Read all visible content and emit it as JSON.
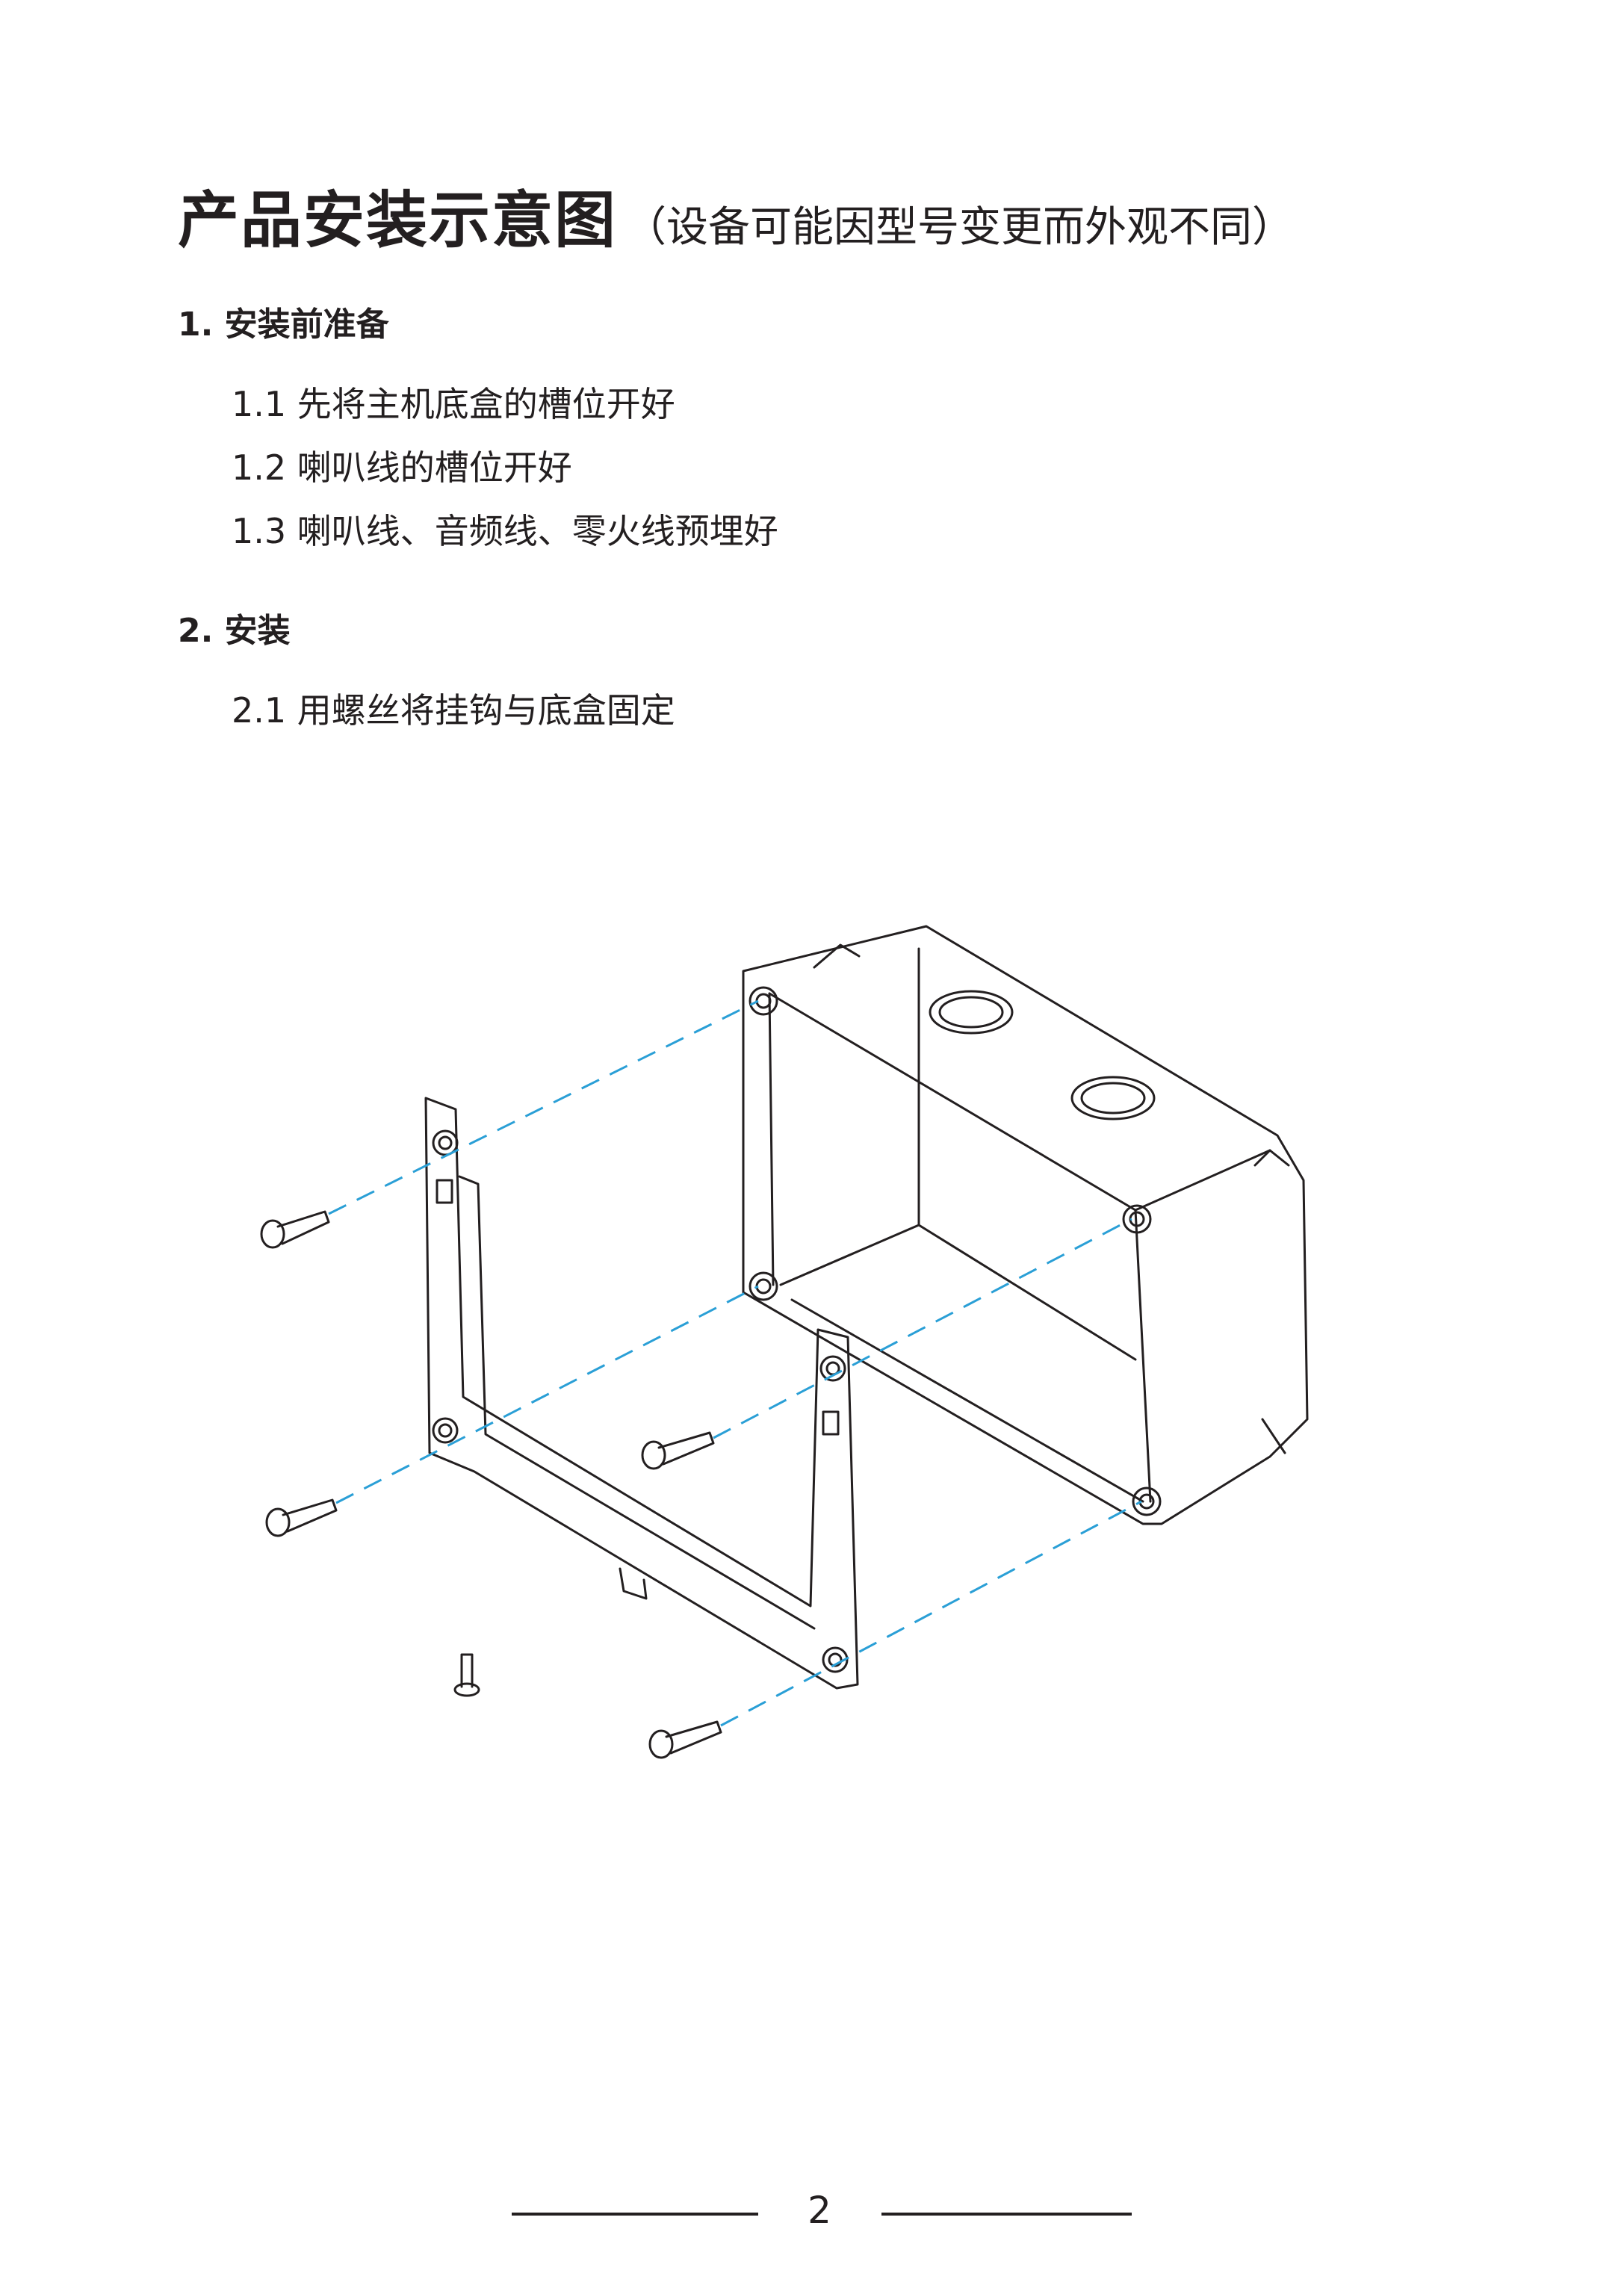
{
  "title": {
    "main": "产品安装示意图",
    "sub": "（设备可能因型号变更而外观不同）"
  },
  "sections": [
    {
      "heading": "1. 安装前准备",
      "items": [
        "1.1 先将主机底盒的槽位开好",
        "1.2 喇叭线的槽位开好",
        "1.3 喇叭线、音频线、零火线预埋好"
      ]
    },
    {
      "heading": "2. 安装",
      "items": [
        "2.1 用螺丝将挂钩与底盒固定"
      ]
    }
  ],
  "footer": {
    "page_number": "2"
  },
  "colors": {
    "text": "#231f20",
    "dash": "#2a9fd6",
    "line": "#231f20"
  }
}
